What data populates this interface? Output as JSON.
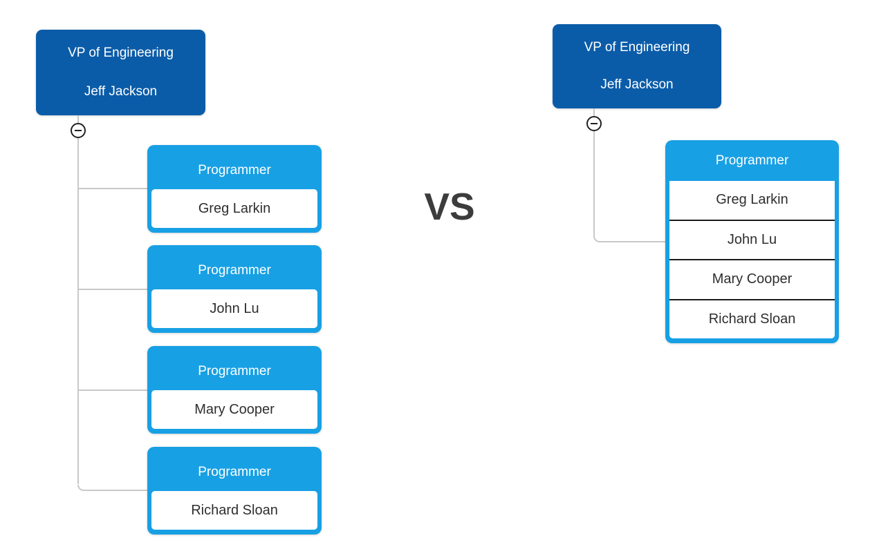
{
  "vs_label": "VS",
  "colors": {
    "manager_fill": "#0b5ca8",
    "employee_fill": "#18a0e4",
    "connector": "#c8c8c8",
    "row_divider": "#1a1a1a",
    "text_light": "#ffffff",
    "text_dark": "#2e2e2e",
    "vs_text": "#3c3c3c"
  },
  "icons": {
    "collapse": "minus-circle-icon"
  },
  "left_chart": {
    "root": {
      "title": "VP of Engineering",
      "name": "Jeff Jackson"
    },
    "children": [
      {
        "title": "Programmer",
        "name": "Greg Larkin"
      },
      {
        "title": "Programmer",
        "name": "John Lu"
      },
      {
        "title": "Programmer",
        "name": "Mary Cooper"
      },
      {
        "title": "Programmer",
        "name": "Richard Sloan"
      }
    ]
  },
  "right_chart": {
    "root": {
      "title": "VP of Engineering",
      "name": "Jeff Jackson"
    },
    "group": {
      "title": "Programmer",
      "members": [
        "Greg Larkin",
        "John Lu",
        "Mary Cooper",
        "Richard Sloan"
      ]
    }
  }
}
